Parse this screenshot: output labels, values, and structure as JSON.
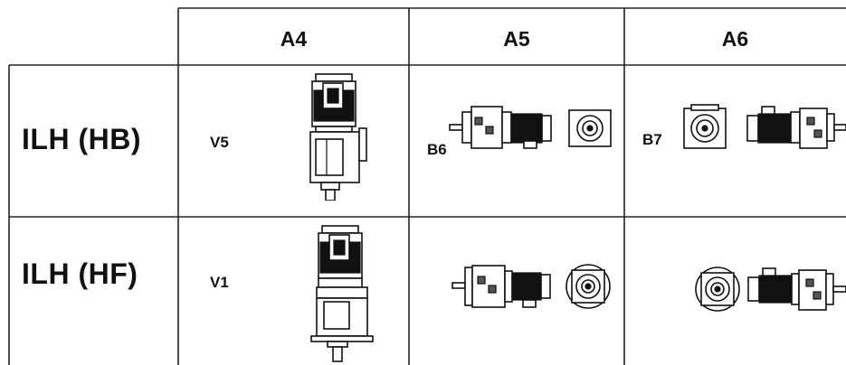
{
  "columns": [
    "A4",
    "A5",
    "A6"
  ],
  "rows": [
    {
      "label": "ILH (HB)",
      "cells": [
        {
          "position": "V5",
          "drawing": "vertical-motor-up-gear-unit"
        },
        {
          "position": "B6",
          "drawing": "horizontal-motor-side-and-end-view"
        },
        {
          "position": "B7",
          "drawing": "end-view-and-horizontal-motor-side"
        }
      ]
    },
    {
      "label": "ILH (HF)",
      "cells": [
        {
          "position": "V1",
          "drawing": "vertical-motor-up-flange-gear-unit"
        },
        {
          "position": "",
          "drawing": "horizontal-motor-side-and-flange-end-view"
        },
        {
          "position": "",
          "drawing": "flange-end-view-and-horizontal-motor-side"
        }
      ]
    }
  ]
}
